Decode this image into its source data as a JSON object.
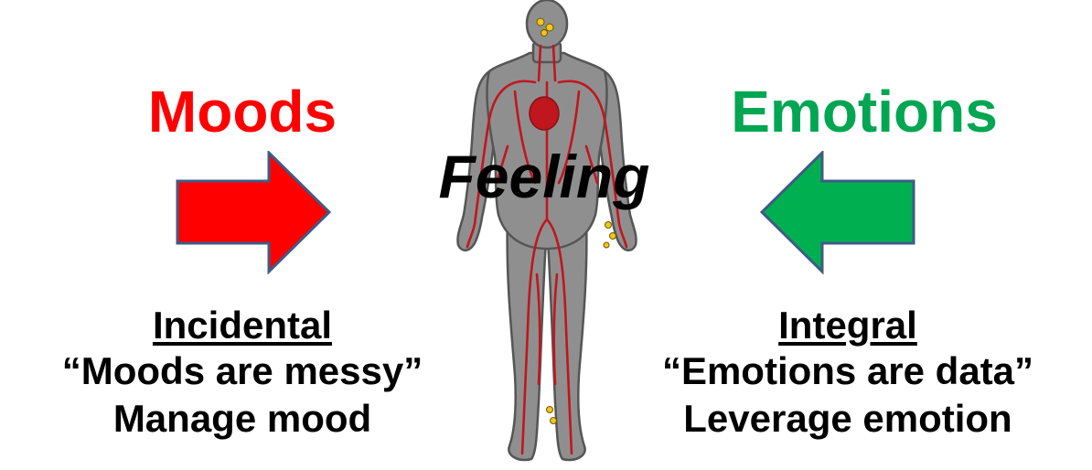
{
  "left": {
    "title": "Moods",
    "title_color": "#ff0000",
    "arrow_color": "#ff0000",
    "heading": "Incidental",
    "quote": "“Moods are messy”",
    "action": "Manage mood"
  },
  "right": {
    "title": "Emotions",
    "title_color": "#00a651",
    "arrow_color": "#00b050",
    "heading": "Integral",
    "quote": "“Emotions are data”",
    "action": "Leverage emotion"
  },
  "center": {
    "label": "Feeling",
    "figure_icon": "human-body-circulatory-icon"
  }
}
